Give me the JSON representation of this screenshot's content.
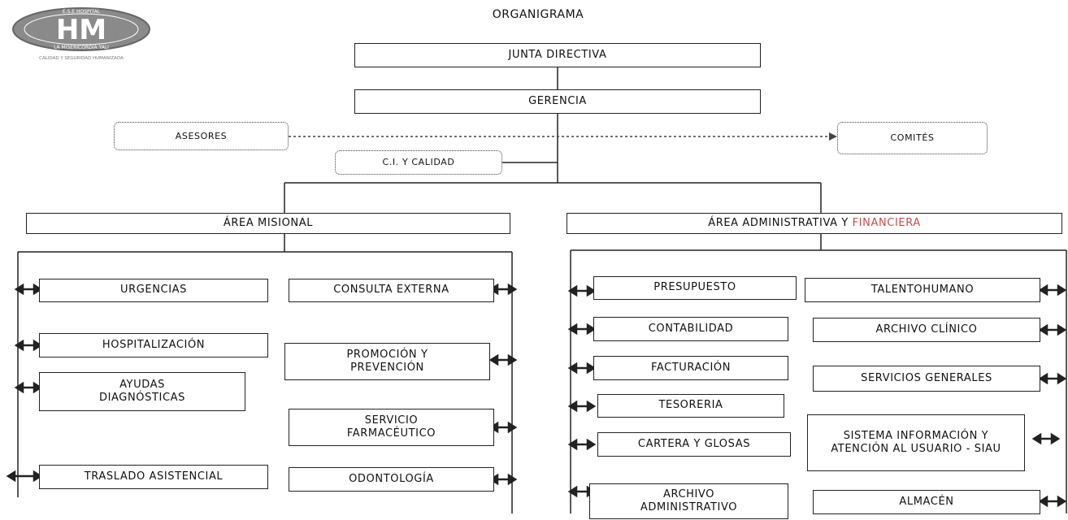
{
  "logo": {
    "text": "HM",
    "arc_top": "E.S.E HOSPITAL",
    "arc_bottom": "LA MISERICORDIA YALI",
    "caption": "CALIDAD Y SEGURIDAD HUMANIZADA",
    "colors": {
      "fill": "#8a8a8a",
      "text": "#ffffff"
    }
  },
  "title": "ORGANIGRAMA",
  "nodes": {
    "junta": "JUNTA DIRECTIVA",
    "gerencia": "GERENCIA",
    "asesores": "ASESORES",
    "comites": "COMITÉS",
    "ci_calidad": "C.I. Y CALIDAD",
    "area_misional": "ÁREA MISIONAL",
    "area_admin_part1": "ÁREA ADMINISTRATIVA Y",
    "area_admin_part2": "FINANCIERA"
  },
  "misional": {
    "left": [
      "URGENCIAS",
      "HOSPITALIZACIÓN",
      "AYUDAS DIAGNÓSTICAS",
      "TRASLADO ASISTENCIAL"
    ],
    "right": [
      "CONSULTA EXTERNA",
      "PROMOCIÓN Y PREVENCIÓN",
      "SERVICIO FARMACÉUTICO",
      "ODONTOLOGÍA"
    ]
  },
  "administrativa": {
    "left": [
      "PRESUPUESTO",
      "CONTABILIDAD",
      "FACTURACIÓN",
      "TESORERIA",
      "CARTERA Y GLOSAS",
      "ARCHIVO ADMINISTRATIVO"
    ],
    "right": [
      "TALENTOHUMANO",
      "ARCHIVO CLÍNICO",
      "SERVICIOS GENERALES",
      "SISTEMA INFORMACIÓN Y ATENCIÓN AL USUARIO - SIAU",
      "ALMACÉN"
    ]
  },
  "colors": {
    "line": "#222222",
    "accent": "#c05050"
  }
}
